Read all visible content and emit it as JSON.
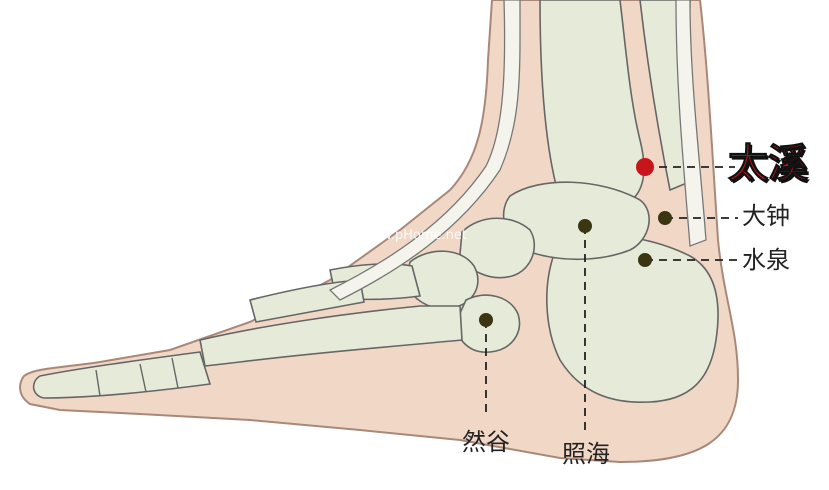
{
  "points": {
    "taixi": {
      "label": "太溪",
      "color": "#c8151b"
    },
    "dazhong": {
      "label": "大钟",
      "color": "#3b3512"
    },
    "shuiquan": {
      "label": "水泉",
      "color": "#3b3512"
    },
    "zhaohai": {
      "label": "照海",
      "color": "#3b3512"
    },
    "rangu": {
      "label": "然谷",
      "color": "#3b3512"
    }
  },
  "watermark": "www.pHome.net",
  "colors": {
    "skin": "#f1d8c6",
    "skin_outline": "#b7988a",
    "bone": "#e6ead8",
    "bone_outline": "#666666",
    "tendon": "#f4f4ec"
  }
}
